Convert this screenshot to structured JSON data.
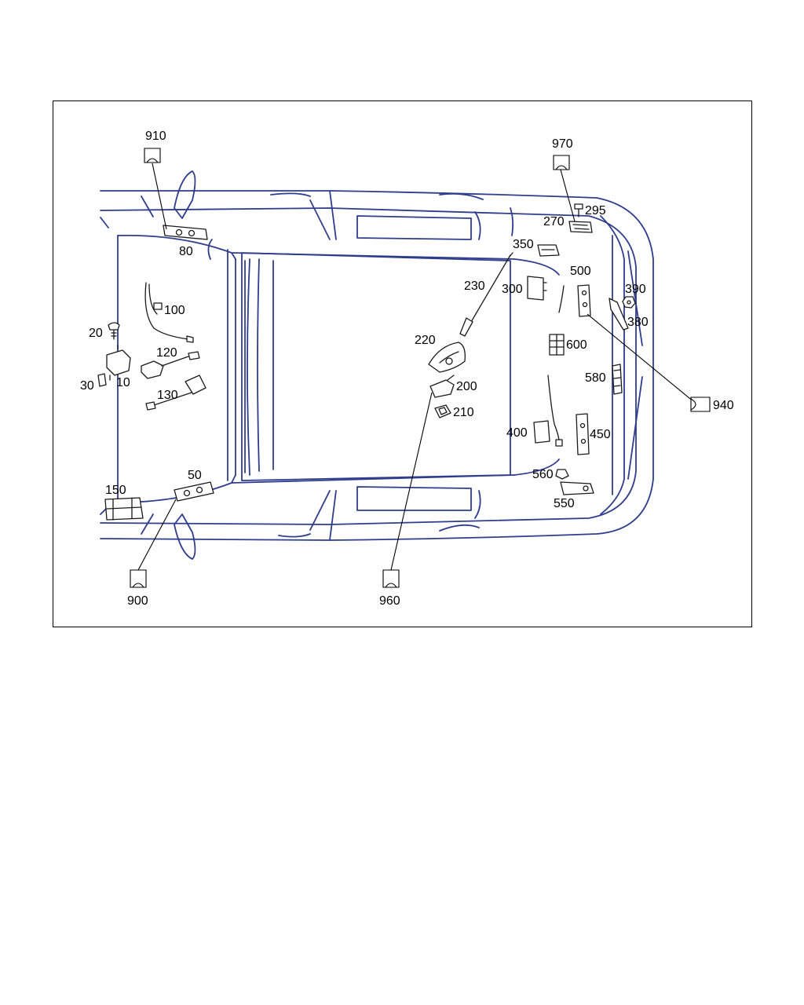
{
  "diagram": {
    "colors": {
      "outline": "#2f3d8c",
      "part": "#1a1a1a",
      "label": "#000000",
      "frame": "#000000"
    },
    "part_labels": {
      "p910": "910",
      "p970": "970",
      "p295": "295",
      "p270": "270",
      "p80": "80",
      "p350": "350",
      "p230": "230",
      "p500": "500",
      "p300": "300",
      "p390": "390",
      "p380": "380",
      "p100": "100",
      "p20": "20",
      "p220": "220",
      "p600": "600",
      "p120": "120",
      "p10": "10",
      "p30": "30",
      "p580": "580",
      "p200": "200",
      "p130": "130",
      "p940": "940",
      "p210": "210",
      "p400": "400",
      "p450": "450",
      "p50": "50",
      "p560": "560",
      "p150": "150",
      "p550": "550",
      "p900": "900",
      "p960": "960"
    }
  }
}
